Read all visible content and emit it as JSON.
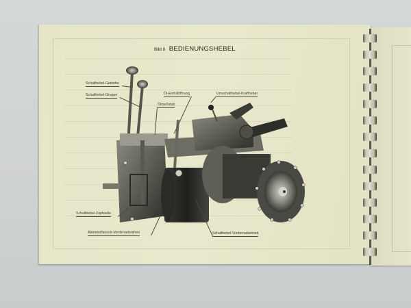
{
  "document": {
    "figure_number": "Bild II",
    "figure_title": "BEDIENUNGSHEBEL",
    "colors": {
      "background": "#d2d5d6",
      "paper": "#e7e6c9",
      "ink": "#2a2a24"
    }
  },
  "labels": [
    {
      "id": "schalthebel-getriebe",
      "text": "Schalthebel-Getriebe"
    },
    {
      "id": "schalthebel-gruppe",
      "text": "Schalthebel-Gruppe"
    },
    {
      "id": "oel-einfuelloeffnung",
      "text": "Öl-Einfüllöffnung"
    },
    {
      "id": "oelmessstab",
      "text": "Ölmeßstab"
    },
    {
      "id": "umschalthebel-kraftheber",
      "text": "Umschalthebel-Kraftheber"
    },
    {
      "id": "schalthebel-zapfwelle",
      "text": "Schalthebel-Zapfwelle"
    },
    {
      "id": "abtriebsflansch-vorderradantrieb",
      "text": "Abtriebsflansch-Vorderradantrieb"
    },
    {
      "id": "schalthebel-vorderradantrieb",
      "text": "Schalthebel-Vorderradantrieb"
    }
  ],
  "binding": {
    "type": "spiral-binding",
    "coil_count": 14
  }
}
